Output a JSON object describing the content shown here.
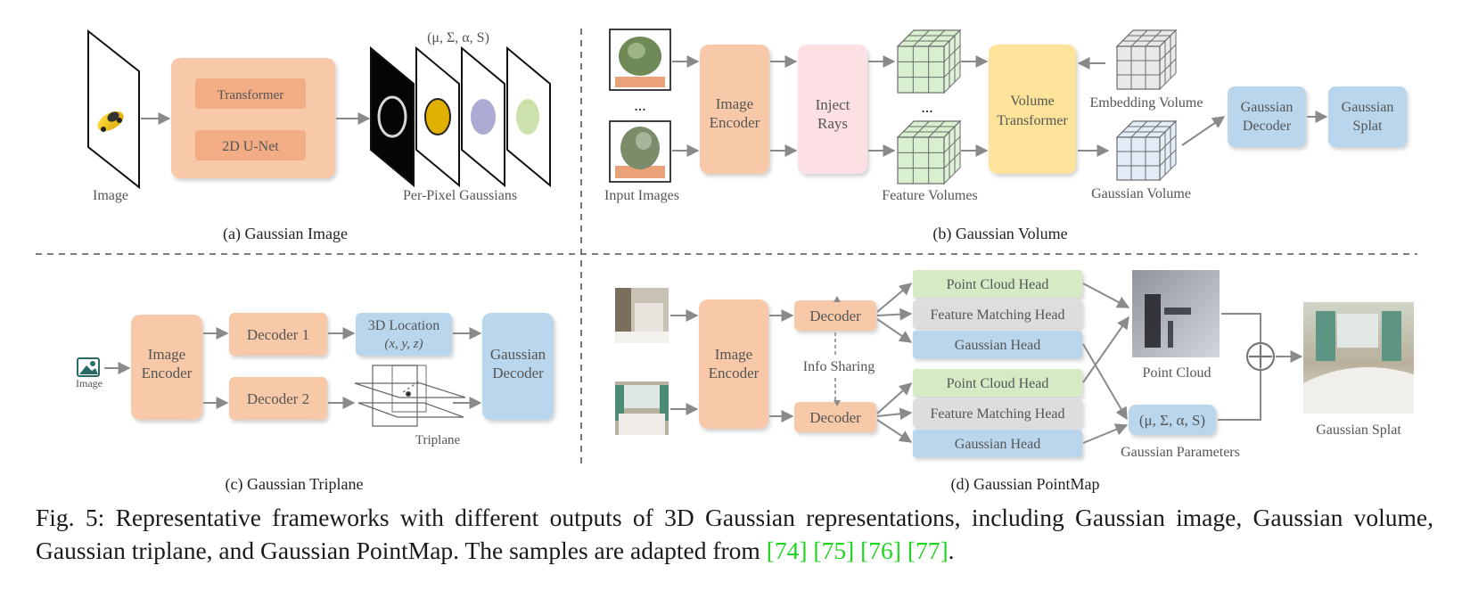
{
  "panels": {
    "a": {
      "caption": "(a) Gaussian Image",
      "input_label": "Image",
      "block1": "Transformer",
      "block2": "2D U-Net",
      "params": "(μ, Σ, α, S)",
      "output_label": "Per-Pixel Gaussians"
    },
    "b": {
      "caption": "(b) Gaussian Volume",
      "input_label": "Input Images",
      "ellipsis": "...",
      "encoder": [
        "Image",
        "Encoder"
      ],
      "inject": [
        "Inject",
        "Rays"
      ],
      "feature_label": "Feature Volumes",
      "transformer": [
        "Volume",
        "Transformer"
      ],
      "embedding_label": "Embedding Volume",
      "gvolume_label": "Gaussian Volume",
      "decoder": [
        "Gaussian",
        "Decoder"
      ],
      "splat": [
        "Gaussian",
        "Splat"
      ]
    },
    "c": {
      "caption": "(c) Gaussian Triplane",
      "input_label": "Image",
      "encoder": [
        "Image",
        "Encoder"
      ],
      "decoder1": "Decoder 1",
      "decoder2": "Decoder 2",
      "location": [
        "3D Location",
        "(x, y, z)"
      ],
      "triplane_label": "Triplane",
      "gdecoder": [
        "Gaussian",
        "Decoder"
      ]
    },
    "d": {
      "caption": "(d) Gaussian PointMap",
      "encoder": [
        "Image",
        "Encoder"
      ],
      "decoder": "Decoder",
      "info_sharing": "Info Sharing",
      "heads": [
        "Point Cloud Head",
        "Feature Matching Head",
        "Gaussian Head"
      ],
      "point_cloud_label": "Point Cloud",
      "params": "(μ, Σ, α, S)",
      "params_label": "Gaussian Parameters",
      "splat_label": "Gaussian Splat"
    }
  },
  "figure_caption": {
    "text": "Fig. 5: Representative frameworks with different outputs of 3D Gaussian representations, including Gaussian image, Gaussian volume, Gaussian triplane, and Gaussian PointMap. The samples are adapted from ",
    "refs": [
      "[74]",
      "[75]",
      "[76]",
      "[77]"
    ],
    "end": "."
  },
  "colors": {
    "orange_box": "#f8c9a8",
    "orange_inner": "#f3ad84",
    "pink_box": "#fde0e3",
    "yellow_box": "#fde49a",
    "blue_box": "#b9d6ec",
    "green_box": "#d4ebc6",
    "gray_box": "#dddddd",
    "green_cube": "#d8f0d0",
    "gray_cube": "#e8e8e8",
    "blue_cube": "#e2edf8",
    "reference_green": "#1fd41f"
  }
}
